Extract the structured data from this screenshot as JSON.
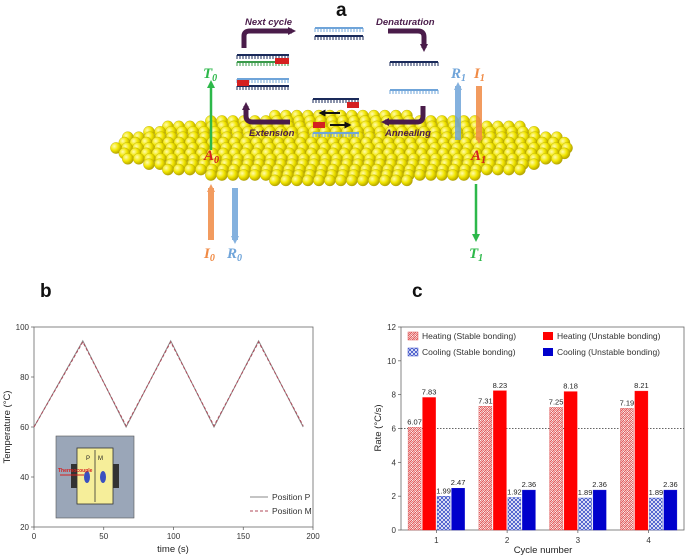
{
  "panel_a": {
    "letter": "a",
    "steps": {
      "next_cycle": "Next cycle",
      "denaturation": "Denaturation",
      "extension": "Extension",
      "annealing": "Annealing"
    },
    "symbols": {
      "T0": "T",
      "T0_sub": "0",
      "A0": "A",
      "A0_sub": "0",
      "I0": "I",
      "I0_sub": "0",
      "R0": "R",
      "R0_sub": "0",
      "R1": "R",
      "R1_sub": "1",
      "I1": "I",
      "I1_sub": "1",
      "A1": "A",
      "A1_sub": "1",
      "T1": "T",
      "T1_sub": "1"
    },
    "colors": {
      "gold": "#f2e600",
      "green": "#2db84a",
      "red": "#d42020",
      "blue": "#6fa4d9",
      "orange": "#f08a44",
      "dark_arrow": "#4a1c4a"
    }
  },
  "chart_data": [
    {
      "panel": "b",
      "type": "line",
      "xlabel": "time (s)",
      "ylabel": "Temperature (°C)",
      "xlim": [
        0,
        200
      ],
      "ylim": [
        20,
        100
      ],
      "xticks": [
        0,
        50,
        100,
        150,
        200
      ],
      "yticks": [
        20,
        40,
        60,
        80,
        100
      ],
      "series": [
        {
          "name": "Position P",
          "color": "#888888",
          "dash": "solid",
          "x": [
            0,
            35,
            66,
            98,
            129,
            161,
            193
          ],
          "y": [
            60,
            94.5,
            60,
            94.5,
            60,
            94.5,
            60
          ]
        },
        {
          "name": "Position M",
          "color": "#b04a5a",
          "dash": "dashed",
          "x": [
            0,
            35,
            66,
            98,
            129,
            161,
            193
          ],
          "y": [
            60,
            94,
            60.5,
            94,
            60.5,
            94,
            60.5
          ]
        }
      ],
      "inset_label": "Thermocouple",
      "inset_positions": [
        "P",
        "M"
      ]
    },
    {
      "panel": "c",
      "type": "bar",
      "xlabel": "Cycle number",
      "ylabel": "Rate (°C/s)",
      "ylim": [
        0,
        12
      ],
      "yticks": [
        0,
        2,
        4,
        6,
        8,
        10,
        12
      ],
      "categories": [
        "1",
        "2",
        "3",
        "4"
      ],
      "reference_line": 6,
      "series": [
        {
          "name": "Heating (Stable bonding)",
          "color": "#e05555",
          "pattern": "hatch",
          "values": [
            6.07,
            7.31,
            7.25,
            7.19
          ],
          "labels": [
            "6.07",
            "7.31",
            "7.25",
            "7.19"
          ]
        },
        {
          "name": "Heating (Unstable bonding)",
          "color": "#ff0000",
          "pattern": "solid",
          "values": [
            7.83,
            8.23,
            8.18,
            8.21
          ],
          "labels": [
            "7.83",
            "8.23",
            "8.18",
            "8.21"
          ]
        },
        {
          "name": "Cooling (Stable bonding)",
          "color": "#3a4fc8",
          "pattern": "hatch",
          "values": [
            1.99,
            1.92,
            1.89,
            1.89
          ],
          "labels": [
            "1.99",
            "1.92",
            "1.89",
            "1.89"
          ]
        },
        {
          "name": "Cooling (Unstable bonding)",
          "color": "#0000cc",
          "pattern": "solid",
          "values": [
            2.47,
            2.36,
            2.36,
            2.36
          ],
          "labels": [
            "2.47",
            "2.36",
            "2.36",
            "2.36"
          ]
        }
      ]
    }
  ],
  "panel_letters": {
    "b": "b",
    "c": "c"
  }
}
